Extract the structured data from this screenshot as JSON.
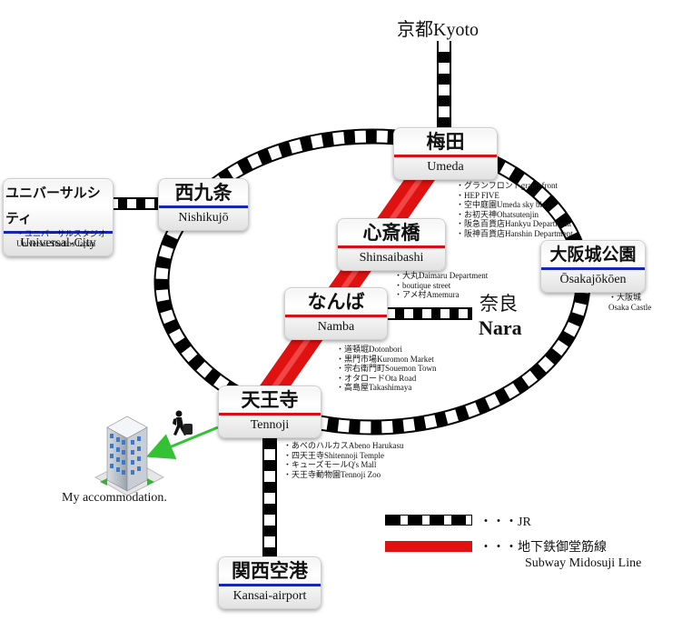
{
  "colors": {
    "jr": "#000000",
    "subway": "#e01111",
    "station_bar_blue": "#1326b6",
    "station_bar_red": "#d41212",
    "arrow": "#33c233"
  },
  "stations": {
    "kyoto": {
      "label": "京都Kyoto"
    },
    "umeda": {
      "jp": "梅田",
      "en": "Umeda"
    },
    "nishikujo": {
      "jp": "西九条",
      "en": "Nishikujō"
    },
    "universal_city": {
      "jp": "ユニバーサルシティ",
      "en": "Universal-City"
    },
    "shinsaibashi": {
      "jp": "心斎橋",
      "en": "Shinsaibashi"
    },
    "osakajokoen": {
      "jp": "大阪城公園",
      "en": "Ōsakajōkōen"
    },
    "namba": {
      "jp": "なんば",
      "en": "Namba"
    },
    "nara": {
      "jp": "奈良",
      "en": "Nara"
    },
    "tennoji": {
      "jp": "天王寺",
      "en": "Tennoji"
    },
    "kansai_airport": {
      "jp": "関西空港",
      "en": "Kansai-airport"
    }
  },
  "notes": {
    "umeda": [
      "・グランフロントgrand front",
      "・HEP FIVE",
      "・空中庭園Umeda sky bldg",
      "・お初天神Ohatsutenjin",
      "・阪急百貨店Hankyu Department",
      "・阪神百貨店Hanshin Department"
    ],
    "universal_city": [
      "・ユニバーサルスタジオ",
      "Universal Studios Japan"
    ],
    "shinsaibashi": [
      "・大丸Daimaru Department",
      "・boutique street",
      "・アメ村Amemura"
    ],
    "osakajokoen": [
      "・大阪城",
      "Osaka Castle"
    ],
    "namba": [
      "・道頓堀Dotonbori",
      "・黒門市場Kuromon Market",
      "・宗右衛門町Souemon Town",
      "・オタロードOta Road",
      "・高島屋Takashimaya"
    ],
    "tennoji": [
      "・あべのハルカスAbeno Harukasu",
      "・四天王寺Shitennoji Temple",
      "・キューズモールQ's Mall",
      "・天王寺動物園Tennoji Zoo"
    ]
  },
  "accommodation": {
    "label": "My accommodation."
  },
  "legend": {
    "jr_label": "・・・JR",
    "subway_label_jp": "・・・地下鉄御堂筋線",
    "subway_label_en": "Subway Midosuji Line"
  }
}
